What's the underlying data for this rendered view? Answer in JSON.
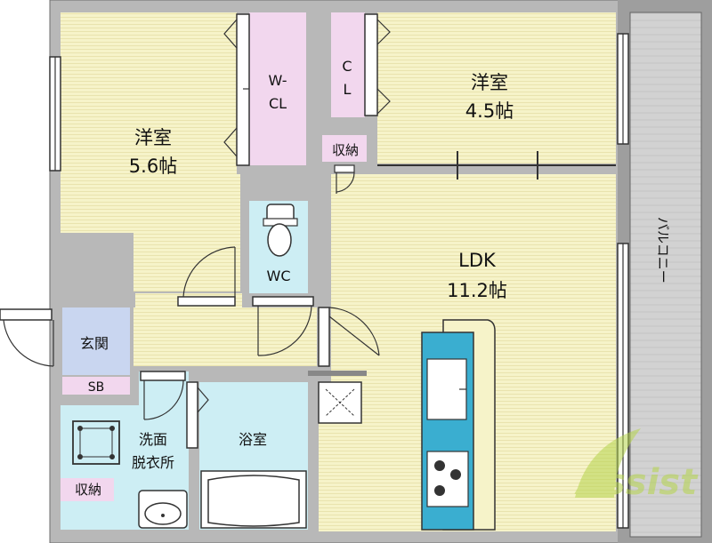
{
  "rooms": {
    "western_left": {
      "name": "洋室",
      "size": "5.6帖"
    },
    "western_right": {
      "name": "洋室",
      "size": "4.5帖"
    },
    "ldk": {
      "name": "LDK",
      "size": "11.2帖"
    },
    "wcl": {
      "line1": "W-",
      "line2": "CL"
    },
    "cl": {
      "line1": "C",
      "line2": "L"
    },
    "storage_top": "収納",
    "wc": "WC",
    "entrance": "玄関",
    "sb": "SB",
    "washroom": {
      "line1": "洗面",
      "line2": "脱衣所"
    },
    "storage_bottom": "収納",
    "bath": "浴室",
    "balcony": "バルコニー"
  },
  "watermark": "Assist",
  "colors": {
    "room_yellow": "#f6f3c9",
    "closet_pink": "#f2d7ee",
    "wet_cyan": "#cdeef4",
    "entrance_blue": "#c9d6f0",
    "wall_gray": "#b8b8b8",
    "balcony_gray": "#d2d2d2",
    "kitchen_teal": "#3aaed0",
    "watermark_green": "#b5d44a"
  }
}
